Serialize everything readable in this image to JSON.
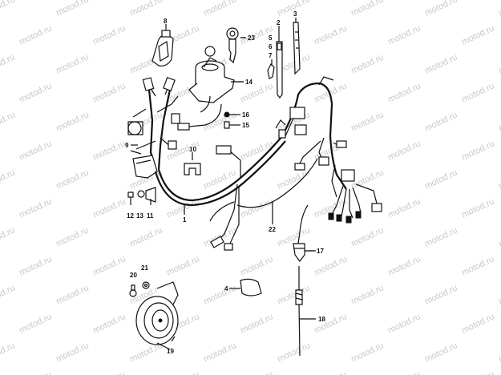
{
  "watermark": "motod.ru",
  "callouts": {
    "c1": "1",
    "c2": "2",
    "c3": "3",
    "c4": "4",
    "c5": "5",
    "c6": "6",
    "c7": "7",
    "c8": "8",
    "c9": "9",
    "c10": "10",
    "c11": "11",
    "c12": "12",
    "c13": "13",
    "c14": "14",
    "c15": "15",
    "c16": "16",
    "c17": "17",
    "c18": "18",
    "c19": "19",
    "c20": "20",
    "c21": "21",
    "c22": "22",
    "c23": "23"
  }
}
